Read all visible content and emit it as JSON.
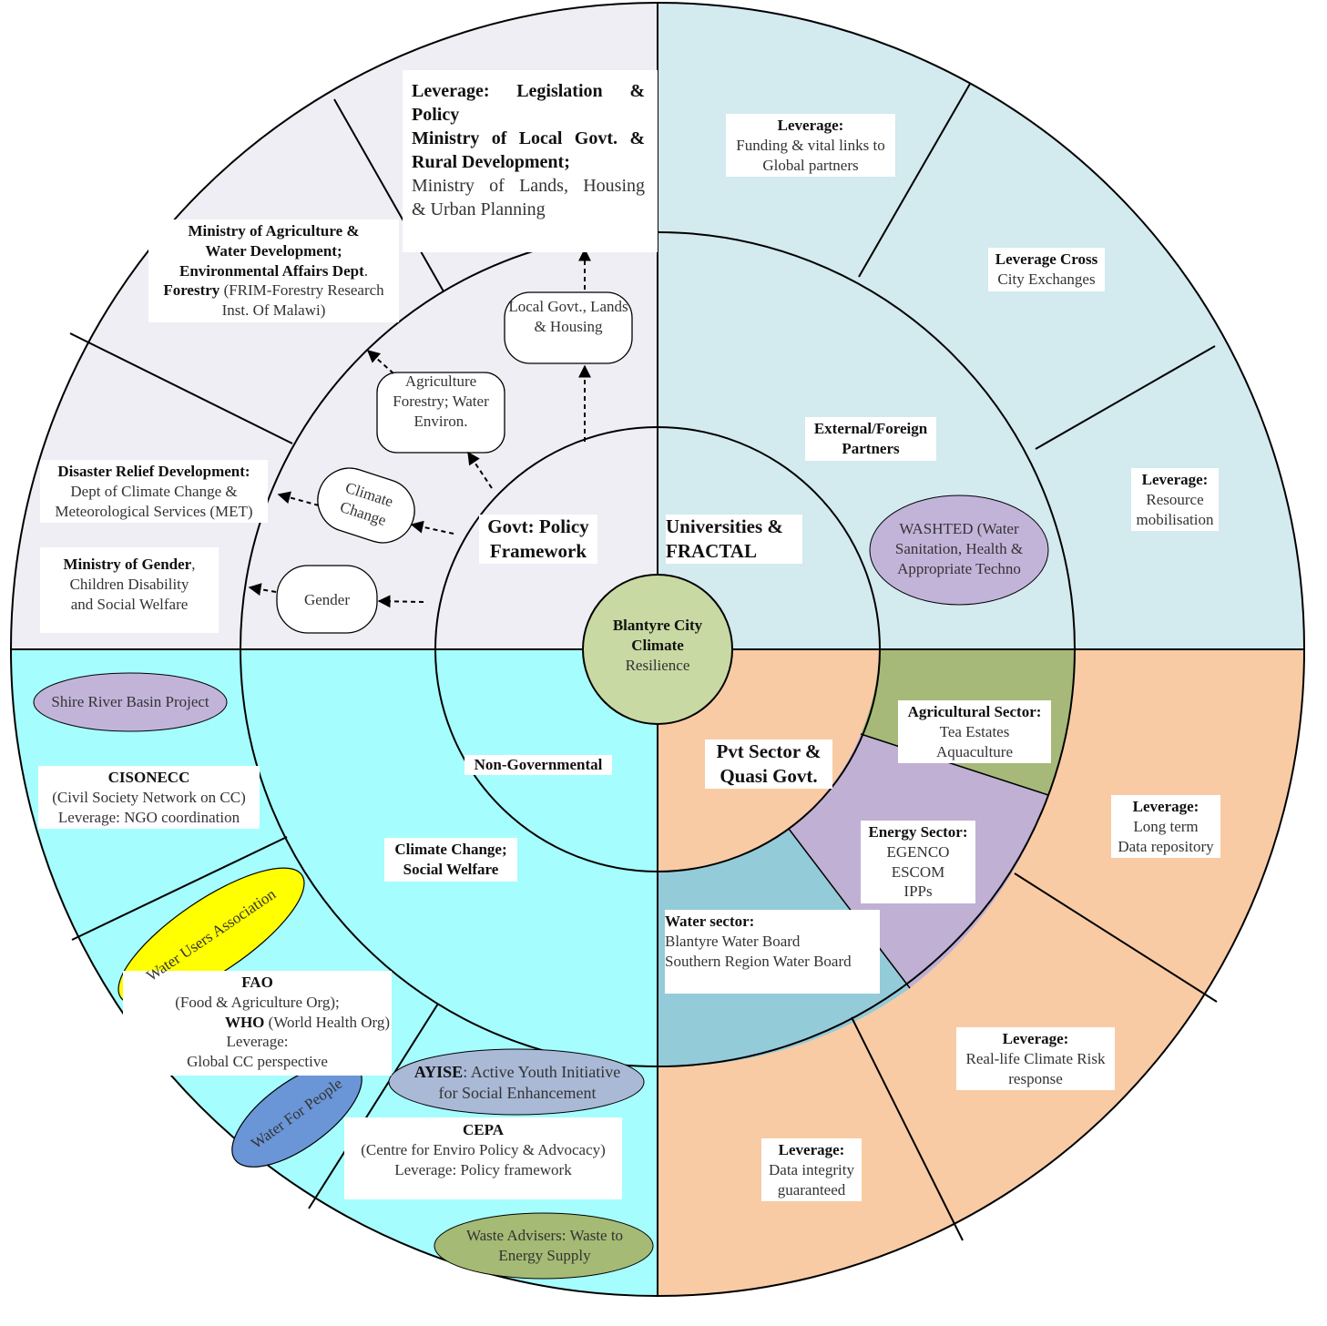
{
  "center": {
    "title": "Blantyre City Climate",
    "subtitle": "Resilience"
  },
  "quadrants": {
    "govt": {
      "title": "Govt: Policy Framework"
    },
    "universities": {
      "title": "Universities & FRACTAL"
    },
    "ngo": {
      "title": "Non-Governmental"
    },
    "pvt": {
      "title": "Pvt Sector & Quasi Govt."
    }
  },
  "govt_nodes": {
    "local_govt": "Local Govt., Lands & Housing",
    "agriculture": "Agriculture Forestry; Water Environ.",
    "climate_change": "Climate Change",
    "gender": "Gender"
  },
  "govt_outer": {
    "legislation": {
      "l1": "Leverage: Legislation &",
      "l2": "Policy",
      "l3": "Ministry of Local Govt. &",
      "l4": "Rural Development;",
      "l5": "Ministry of Lands, Housing",
      "l6": "& Urban Planning"
    },
    "agri": {
      "l1": "Ministry of Agriculture &",
      "l2": "Water Development;",
      "l3": "Environmental Affairs Dept",
      "l3b": ".",
      "l4": "Forestry",
      "l4b": " (FRIM-Forestry Research",
      "l5": "Inst. Of Malawi)"
    },
    "disaster": {
      "l1": "Disaster Relief Development:",
      "l2": "Dept of Climate Change &",
      "l3": "Meteorological Services (MET)"
    },
    "gender_min": {
      "l1": "Ministry of Gender",
      "l1b": ",",
      "l2": "Children Disability",
      "l3": "and Social Welfare"
    }
  },
  "uni_outer": {
    "external": {
      "l1": "External/Foreign",
      "l2": "Partners"
    },
    "washted": {
      "l1": "WASHTED (Water",
      "l2": "Sanitation, Health &",
      "l3": "Appropriate Techno"
    },
    "funding": {
      "l1": "Leverage:",
      "l2": "Funding & vital links to",
      "l3": "Global partners"
    },
    "cross": {
      "l1": "Leverage Cross",
      "l2": "City Exchanges"
    },
    "resource": {
      "l1": "Leverage:",
      "l2": "Resource",
      "l3": "mobilisation"
    }
  },
  "ngo_outer": {
    "shire": "Shire River Basin Project",
    "cisonecc": {
      "l1": "CISONECC",
      "l2": "(Civil Society Network on CC)",
      "l3": "Leverage: NGO coordination"
    },
    "climate_social": {
      "l1": "Climate Change;",
      "l2": "Social Welfare"
    },
    "water_users": "Water Users Association",
    "fao": {
      "l1": "FAO",
      "l2": "(Food & Agriculture Org);",
      "l3": "WHO",
      "l3b": " (World Health Org)",
      "l4": "Leverage:",
      "l5": "Global CC perspective"
    },
    "water_people": "Water For People",
    "ayise": {
      "l1": "AYISE",
      "l1b": ": Active Youth Initiative",
      "l2": "for Social Enhancement"
    },
    "cepa": {
      "l1": "CEPA",
      "l2": "(Centre for Enviro Policy & Advocacy)",
      "l3": "Leverage: Policy framework"
    },
    "waste": {
      "l1": "Waste Advisers: Waste to",
      "l2": "Energy Supply"
    }
  },
  "pvt_outer": {
    "agri_sector": {
      "l1": "Agricultural Sector:",
      "l2": "Tea Estates",
      "l3": "Aquaculture"
    },
    "energy": {
      "l1": "Energy Sector:",
      "l2": "EGENCO",
      "l3": "ESCOM",
      "l4": "IPPs"
    },
    "water": {
      "l1": "Water sector:",
      "l2": "Blantyre Water Board",
      "l3": "Southern Region Water Board"
    },
    "long_term": {
      "l1": "Leverage:",
      "l2": "Long term",
      "l3": "Data repository"
    },
    "real_life": {
      "l1": "Leverage:",
      "l2": "Real-life Climate Risk",
      "l3": "response"
    },
    "integrity": {
      "l1": "Leverage:",
      "l2": "Data integrity",
      "l3": "guaranteed"
    }
  },
  "colors": {
    "govt": "#efeef4",
    "universities": "#d3eaef",
    "ngo": "#a6fdfe",
    "pvt": "#f8cba5",
    "center": "#c8d9a3",
    "agri_band": "#a6b978",
    "energy_band": "#c0b0d4",
    "water_band": "#94cbd9",
    "purple_ellipse": "#c2b4d9",
    "yellow_ellipse": "#ffff00",
    "blue_ellipse": "#6a96d8",
    "ayise_ellipse": "#a9b9d6",
    "waste_ellipse": "#a5ba74"
  }
}
